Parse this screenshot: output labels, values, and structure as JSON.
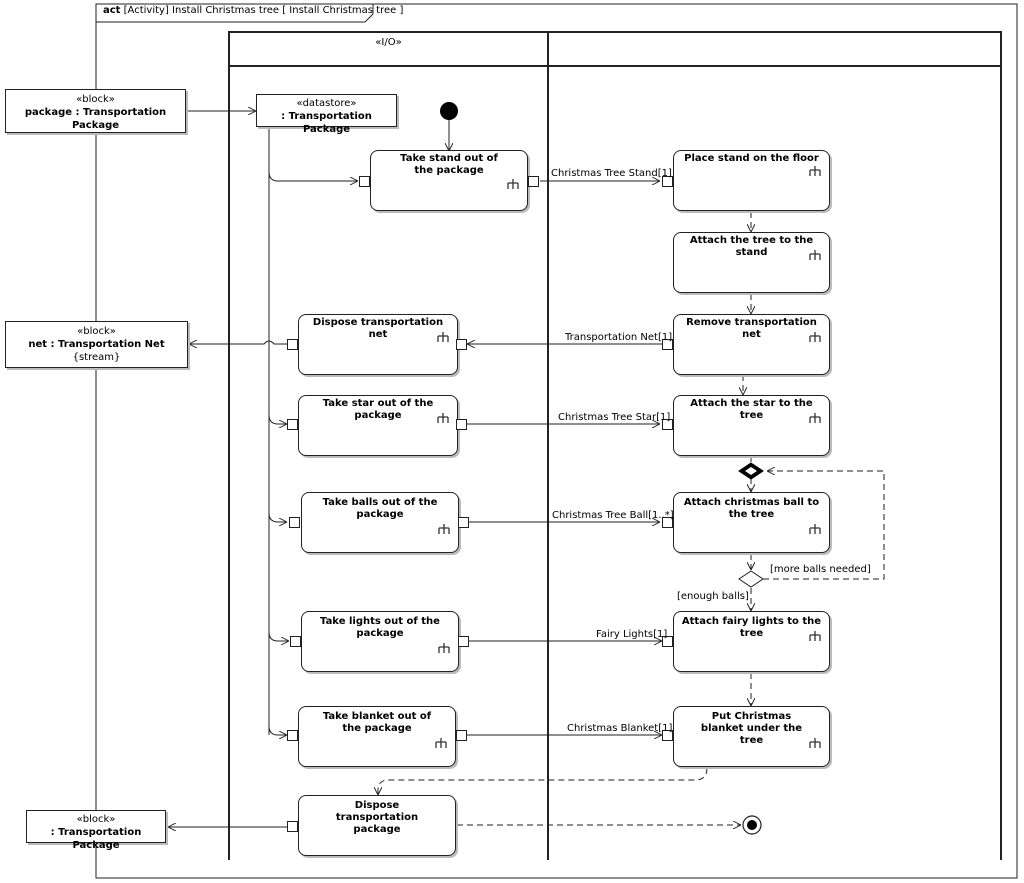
{
  "frame": {
    "keyword": "act",
    "title": "[Activity] Install Christmas tree [ Install Christmas tree ]"
  },
  "partitions": [
    {
      "label": "«I/O»"
    },
    {
      "label": ""
    }
  ],
  "blocks": [
    {
      "id": "pkg_in",
      "stereotype": "«block»",
      "name": "package : Transportation Package",
      "extra": ""
    },
    {
      "id": "net_out",
      "stereotype": "«block»",
      "name": "net : Transportation Net",
      "extra": "{stream}"
    },
    {
      "id": "pkg_out",
      "stereotype": "«block»",
      "name": ": Transportation Package",
      "extra": ""
    },
    {
      "id": "datastore",
      "stereotype": "«datastore»",
      "name": ": Transportation Package",
      "extra": ""
    }
  ],
  "actions": [
    {
      "id": "a1",
      "label": "Take stand out of the package"
    },
    {
      "id": "a2",
      "label": "Place stand on the floor"
    },
    {
      "id": "a3",
      "label": "Attach the tree to the stand"
    },
    {
      "id": "a4",
      "label": "Dispose transportation net"
    },
    {
      "id": "a5",
      "label": "Remove transportation net"
    },
    {
      "id": "a6",
      "label": "Take star out of the package"
    },
    {
      "id": "a7",
      "label": "Attach the star to the tree"
    },
    {
      "id": "a8",
      "label": "Take balls out of the package"
    },
    {
      "id": "a9",
      "label": "Attach christmas ball to the tree"
    },
    {
      "id": "a10",
      "label": "Take lights out of the package"
    },
    {
      "id": "a11",
      "label": "Attach fairy lights to the tree"
    },
    {
      "id": "a12",
      "label": "Take blanket out of the package"
    },
    {
      "id": "a13",
      "label": "Put Christmas blanket under the tree"
    },
    {
      "id": "a14",
      "label": "Dispose transportation package"
    }
  ],
  "flow_labels": [
    {
      "id": "f1",
      "text": "Christmas Tree Stand[1]"
    },
    {
      "id": "f2",
      "text": "Transportation Net[1]"
    },
    {
      "id": "f3",
      "text": "Christmas Tree Star[1]"
    },
    {
      "id": "f4",
      "text": "Christmas Tree Ball[1..*]"
    },
    {
      "id": "f5",
      "text": "Fairy Lights[1]"
    },
    {
      "id": "f6",
      "text": "Christmas Blanket[1]"
    }
  ],
  "guards": [
    {
      "id": "g1",
      "text": "[more balls needed]"
    },
    {
      "id": "g2",
      "text": "[enough balls]"
    }
  ]
}
